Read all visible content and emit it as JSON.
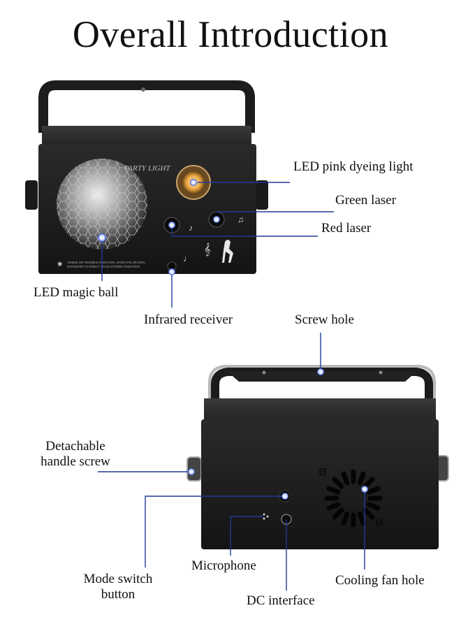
{
  "title": "Overall Introduction",
  "device_text": {
    "brand": "PARTY LIGHT",
    "warning_line1": "VISIBLE OR INVISIBLE RADIATION, AVOID EYE OR SKIN,",
    "warning_line2": "EXPOSURE TO DIRECT OR SCATTERED RADIATION"
  },
  "front_labels": {
    "led_pink": "LED pink dyeing light",
    "green_laser": "Green laser",
    "red_laser": "Red laser",
    "led_ball": "LED magic ball",
    "infrared": "Infrared receiver"
  },
  "back_labels": {
    "screw_hole": "Screw hole",
    "detachable_1": "Detachable",
    "detachable_2": "handle screw",
    "mode_1": "Mode switch",
    "mode_2": "button",
    "microphone": "Microphone",
    "cooling": "Cooling fan hole",
    "dc": "DC interface"
  },
  "colors": {
    "leader": "#1f3a9a",
    "device": "#1b1b1b",
    "accent_warm": "#f2b24a"
  }
}
